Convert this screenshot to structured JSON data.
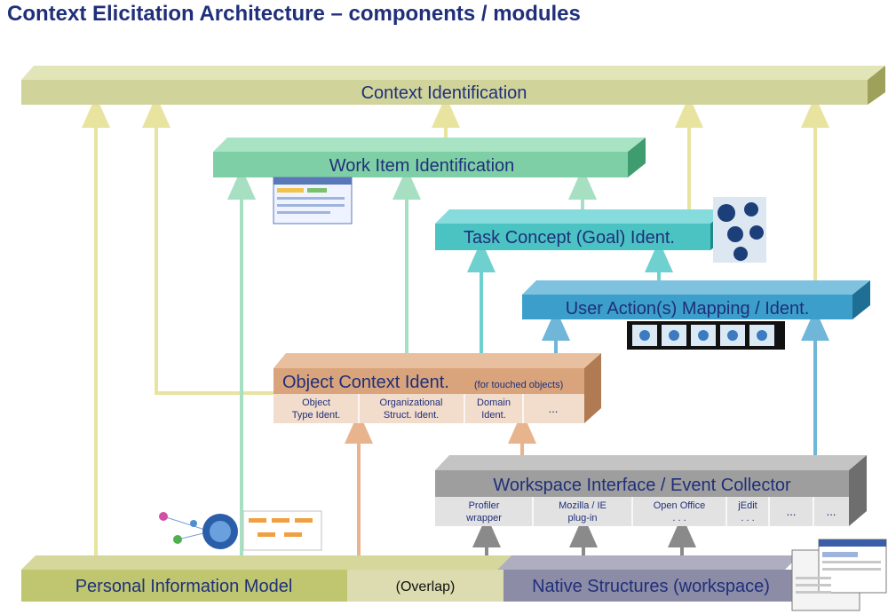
{
  "title": "Context Elicitation Architecture  –  components / modules",
  "boxes": {
    "context_identification": "Context Identification",
    "work_item": "Work Item Identification",
    "task_concept": "Task Concept (Goal) Ident.",
    "user_action": "User Action(s) Mapping / Ident.",
    "object_context": {
      "label": "Object Context Ident.",
      "note": "(for touched objects)",
      "cells": [
        [
          "Object",
          "Type Ident."
        ],
        [
          "Organizational",
          "Struct. Ident."
        ],
        [
          "Domain",
          "Ident."
        ],
        [
          "..."
        ]
      ]
    },
    "workspace": {
      "label": "Workspace Interface / Event Collector",
      "cells": [
        [
          "Profiler",
          "wrapper"
        ],
        [
          "Mozilla / IE",
          "plug-in"
        ],
        [
          "Open Office",
          ". . ."
        ],
        [
          "jEdit",
          ". . ."
        ],
        [
          "..."
        ],
        [
          "..."
        ]
      ]
    }
  },
  "bottom": {
    "pim": "Personal Information Model",
    "overlap": "(Overlap)",
    "native": "Native Structures (workspace)"
  },
  "colors": {
    "title": "#1f2f7a",
    "context": "#d0d49a",
    "work_item": "#7fcfa6",
    "task": "#4cc3c3",
    "user_action": "#3c9fcb",
    "object": "#d9a47c",
    "workspace": "#9e9e9e",
    "pim": "#c0c66f",
    "native": "#8c8ca6"
  }
}
